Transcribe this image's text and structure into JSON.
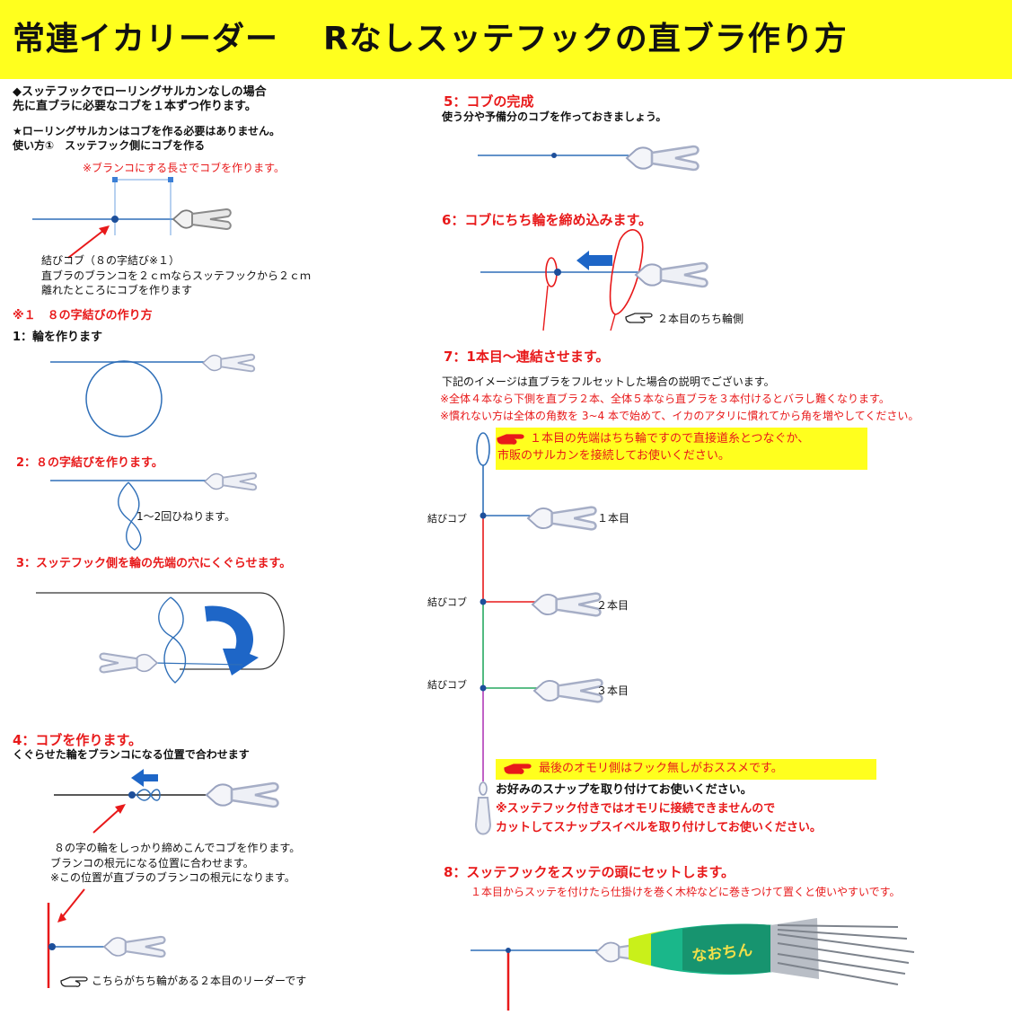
{
  "header": {
    "title_a": "常連イカリーダー",
    "title_b": "Rなしスッテフックの直ブラ作り方"
  },
  "colors": {
    "banner": "#ffff1e",
    "line_blue": "#2f6fb8",
    "leader_red": "#e8191a",
    "leader_green": "#27a860",
    "leader_purple": "#b03ab8",
    "arrow_blue": "#1e66c7"
  },
  "intro": {
    "line1": "◆スッテフックでローリングサルカンなしの場合",
    "line2": "先に直ブラに必要なコブを１本ずつ作ります。",
    "line3": "★ローリングサルカンはコブを作る必要はありません。",
    "line4": "使い方①　スッテフック側にコブを作る",
    "note": "※ブランコにする長さでコブを作ります。",
    "knot1": "結びコブ（８の字結び※１）",
    "knot2": "直ブラのブランコを２ｃｍならスッテフックから２ｃｍ",
    "knot3": "離れたところにコブを作ります"
  },
  "fig8": {
    "heading": "※１　８の字結びの作り方",
    "step1": "1：輪を作ります",
    "step2": "2：８の字結びを作ります。",
    "twist": "1～2回ひねります。",
    "step3": "3：スッテフック側を輪の先端の穴にくぐらせます。"
  },
  "step4": {
    "heading": "4：コブを作ります。",
    "sub": "くぐらせた輪をブランコになる位置で合わせます",
    "desc1": "８の字の輪をしっかり締めこんでコブを作ります。",
    "desc2": "ブランコの根元になる位置に合わせます。",
    "desc3": "※この位置が直ブラのブランコの根元になります。",
    "note": "こちらがちち輪がある２本目のリーダーです"
  },
  "step5": {
    "heading": "5：コブの完成",
    "sub": "使う分や予備分のコブを作っておきましょう。"
  },
  "step6": {
    "heading": "6：コブにちち輪を締め込みます。",
    "label": "２本目のちち輪側"
  },
  "step7": {
    "heading": "7：1本目～連結させます。",
    "desc": "下記のイメージは直ブラをフルセットした場合の説明でございます。",
    "note1": "※全体４本なら下側を直ブラ２本、全体５本なら直ブラを３本付けるとバラし難くなります。",
    "note2": "※慣れない方は全体の角数を 3~4 本で始めて、イカのアタリに慣れてから角を増やしてください。",
    "callout1_a": "１本目の先端はちち輪ですので直接道糸とつなぐか、",
    "callout1_b": "市販のサルカンを接続してお使いください。",
    "knot_label": "結びコブ",
    "hook1": "１本目",
    "hook2": "２本目",
    "hook3": "３本目",
    "callout2": "最後のオモリ側はフック無しがおススメです。",
    "snap1": "お好みのスナップを取り付けてお使いください。",
    "snap2": "※スッテフック付きではオモリに接続できませんので",
    "snap3": "カットしてスナップスイベルを取り付けしてお使いください。"
  },
  "step8": {
    "heading": "8：スッテフックをスッテの頭にセットします。",
    "sub": "１本目からスッテを付けたら仕掛けを巻く木枠などに巻きつけて置くと使いやすいです。",
    "lure_text": "なおちん"
  }
}
